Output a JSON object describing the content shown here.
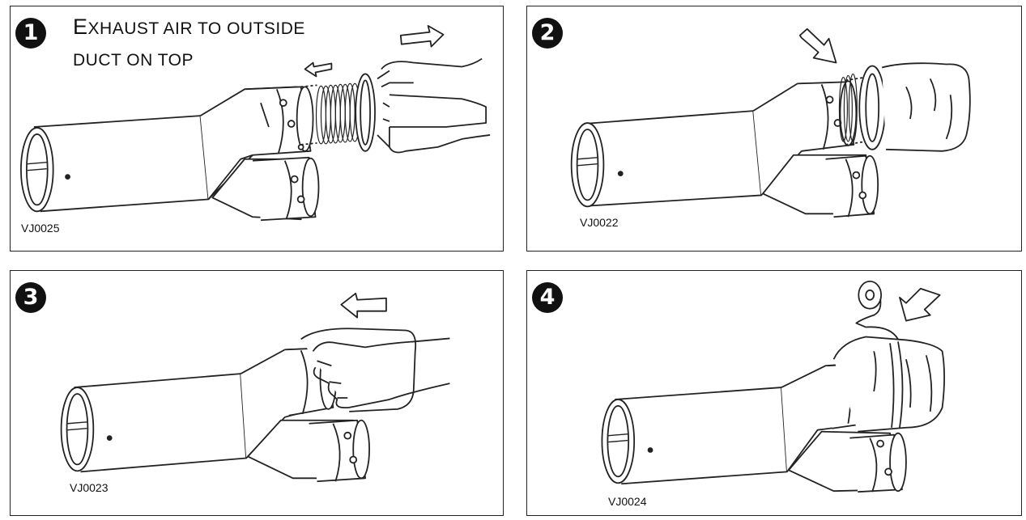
{
  "panels": [
    {
      "step": "1",
      "code": "VJ0025",
      "caption": [
        "EXHAUST AIR TO OUTSIDE",
        "DUCT ON TOP"
      ]
    },
    {
      "step": "2",
      "code": "VJ0022"
    },
    {
      "step": "3",
      "code": "VJ0023"
    },
    {
      "step": "4",
      "code": "VJ0024"
    }
  ],
  "colors": {
    "line": "#222222",
    "badge": "#111111",
    "background": "#ffffff"
  }
}
